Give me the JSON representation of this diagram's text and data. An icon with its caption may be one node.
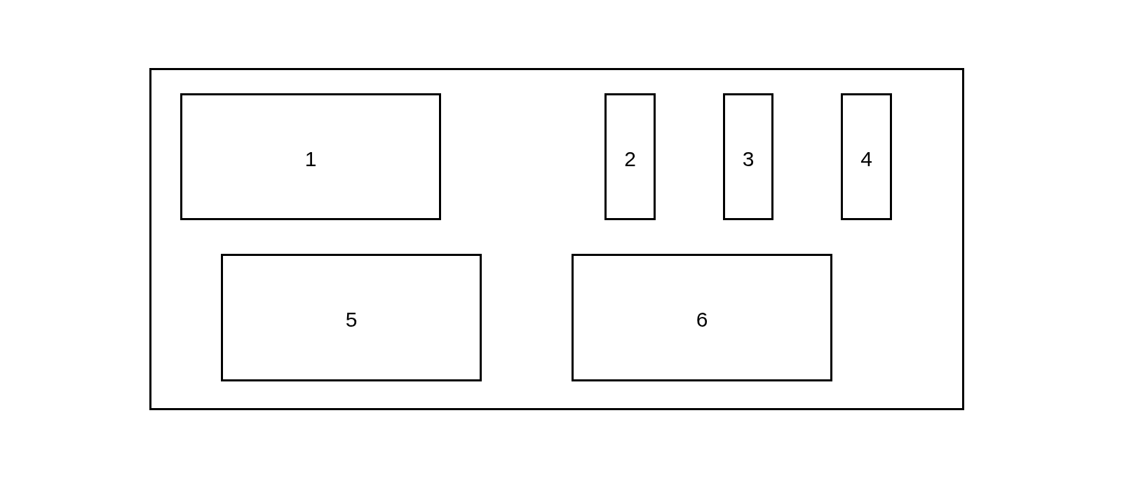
{
  "diagram": {
    "nodes": [
      {
        "text": [],
        "shape": "box"
      },
      {
        "text": [
          "1"
        ],
        "in": 0
      },
      {
        "text": [
          "2"
        ],
        "in": 0
      },
      {
        "text": [
          "3"
        ],
        "in": 0
      },
      {
        "text": [
          "4"
        ],
        "in": 0
      },
      {
        "text": [
          "5"
        ],
        "in": 0
      },
      {
        "text": [
          "6"
        ],
        "in": 0
      }
    ]
  }
}
